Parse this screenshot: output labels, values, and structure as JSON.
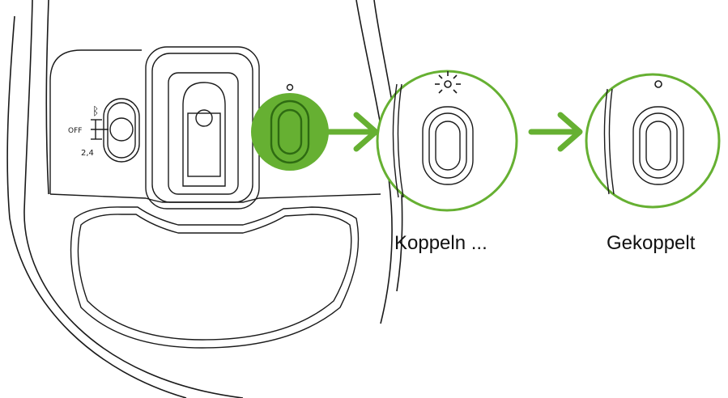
{
  "switch_labels": {
    "bluetooth_symbol": "bluetooth-icon",
    "off": "OFF",
    "rf": "2,4"
  },
  "steps": [
    {
      "caption": "Koppeln ..."
    },
    {
      "caption": "Gekoppelt"
    }
  ],
  "colors": {
    "accent": "#66b032",
    "accent_dark": "#2e6b12",
    "line": "#1a1a1a"
  }
}
